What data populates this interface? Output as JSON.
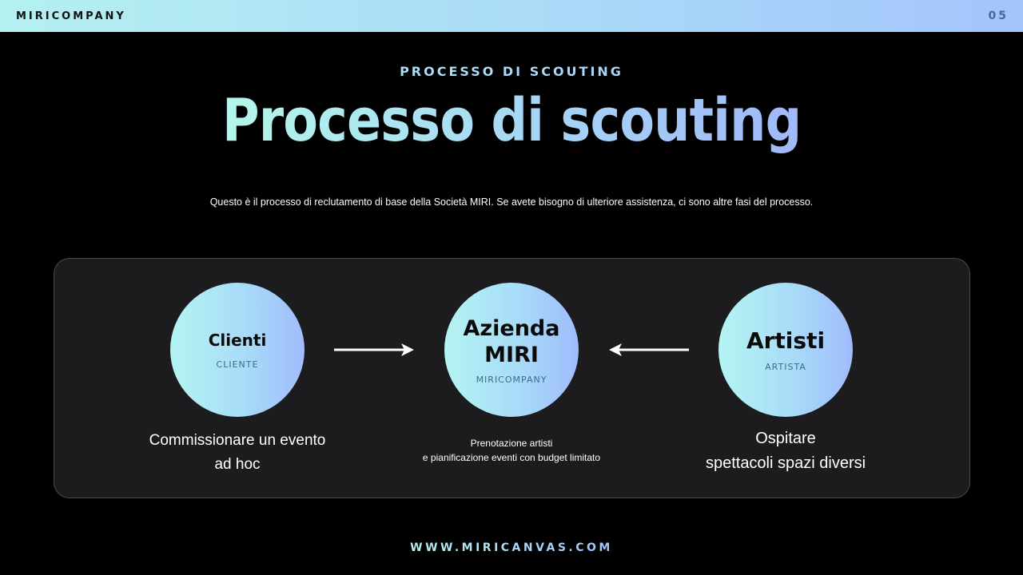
{
  "header": {
    "brand": "MIRICOMPANY",
    "page_number": "05"
  },
  "slide": {
    "kicker": "PROCESSO DI SCOUTING",
    "title": "Processo di scouting",
    "subtitle": "Questo è il processo di reclutamento di base della Società MIRI. Se avete bisogno di ulteriore assistenza, ci sono altre fasi del processo."
  },
  "diagram": {
    "nodes": [
      {
        "name": "Clienti",
        "sub": "CLIENTE",
        "description_lines": [
          "Commissionare un evento",
          "ad hoc"
        ]
      },
      {
        "name_lines": [
          "Azienda",
          "MIRI"
        ],
        "sub": "MIRICOMPANY",
        "description_lines": [
          "Prenotazione artisti",
          "e pianificazione eventi con budget limitato"
        ]
      },
      {
        "name": "Artisti",
        "sub": "ARTISTA",
        "description_lines": [
          "Ospitare",
          "spettacoli spazi diversi"
        ]
      }
    ],
    "arrows": [
      {
        "icon": "arrow-right-icon",
        "from": "Clienti",
        "to": "Azienda MIRI"
      },
      {
        "icon": "arrow-left-icon",
        "from": "Artisti",
        "to": "Azienda MIRI"
      }
    ]
  },
  "footer": {
    "url": "WWW.MIRICANVAS.COM"
  },
  "colors": {
    "gradient_start": "#b4f1f1",
    "gradient_end": "#a4c4fc",
    "panel_bg": "#1c1c1e",
    "page_bg": "#000000",
    "sub_label": "#3a6c90"
  }
}
